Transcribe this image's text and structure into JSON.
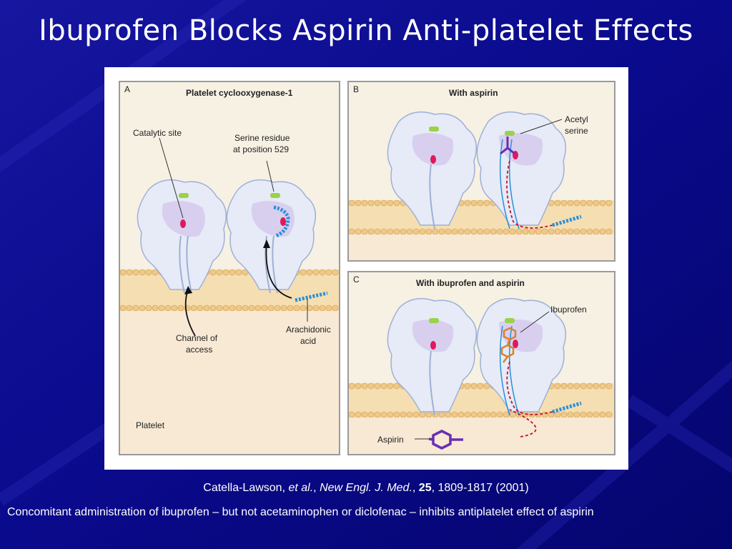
{
  "slide": {
    "title": "Ibuprofen Blocks Aspirin Anti-platelet Effects"
  },
  "figure": {
    "panel_a": {
      "letter": "A",
      "title": "Platelet cyclooxygenase-1",
      "catalytic_site": "Catalytic site",
      "serine_line1": "Serine residue",
      "serine_line2": "at position 529",
      "channel_line1": "Channel of",
      "channel_line2": "access",
      "arachidonic_line1": "Arachidonic",
      "arachidonic_line2": "acid",
      "platelet": "Platelet"
    },
    "panel_b": {
      "letter": "B",
      "title": "With aspirin",
      "acetyl_line1": "Acetyl",
      "acetyl_line2": "serine"
    },
    "panel_c": {
      "letter": "C",
      "title": "With ibuprofen and aspirin",
      "ibuprofen": "Ibuprofen",
      "aspirin": "Aspirin"
    }
  },
  "citation": {
    "authors": "Catella-Lawson,",
    "etal": "et al.",
    "comma1": ",",
    "journal": "New Engl. J. Med.",
    "comma2": ",",
    "volume": "25",
    "rest": ", 1809-1817 (2001)"
  },
  "note": "Concomitant administration of ibuprofen – but not acetaminophen or diclofenac – inhibits antiplatelet effect of aspirin",
  "colors": {
    "background": "#0a0a8c",
    "panel": "#f7f1e4",
    "membrane": "#efc98a",
    "enzyme": "#e6ebf7",
    "serine": "#9cd14a",
    "catalytic": "#e0195a",
    "arachidonic": "#2b8fd6",
    "aspirin": "#6a2fb0",
    "ibuprofen": "#d9822b"
  }
}
